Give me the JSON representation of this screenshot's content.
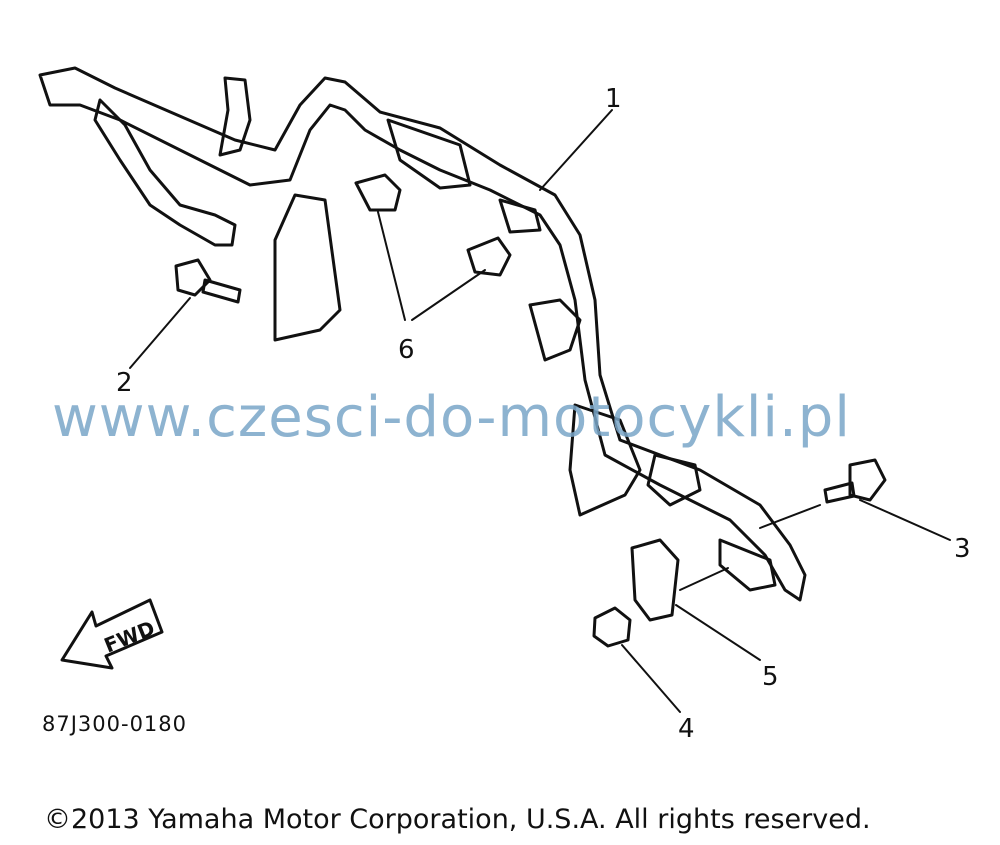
{
  "diagram": {
    "callouts": [
      "1",
      "2",
      "3",
      "4",
      "5",
      "6"
    ],
    "part_code": "87J300-0180",
    "direction_label": "FWD"
  },
  "watermark": "www.czesci-do-motocykli.pl",
  "copyright": "©2013 Yamaha Motor Corporation, U.S.A. All rights reserved."
}
